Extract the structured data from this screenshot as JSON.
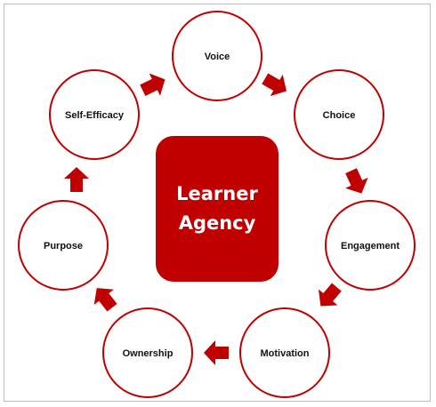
{
  "diagram": {
    "center": {
      "line1": "Learner",
      "line2": "Agency"
    },
    "nodes": [
      {
        "label": "Voice"
      },
      {
        "label": "Choice"
      },
      {
        "label": "Engagement"
      },
      {
        "label": "Motivation"
      },
      {
        "label": "Ownership"
      },
      {
        "label": "Purpose"
      },
      {
        "label": "Self-Efficacy"
      }
    ]
  },
  "colors": {
    "accent": "#c00000",
    "circle_fill": "#ffffff",
    "center_fill": "#c00000",
    "text": "#111111",
    "frame_border": "#bdbdbd"
  },
  "icons": {
    "arrow": "block-arrow-icon"
  }
}
